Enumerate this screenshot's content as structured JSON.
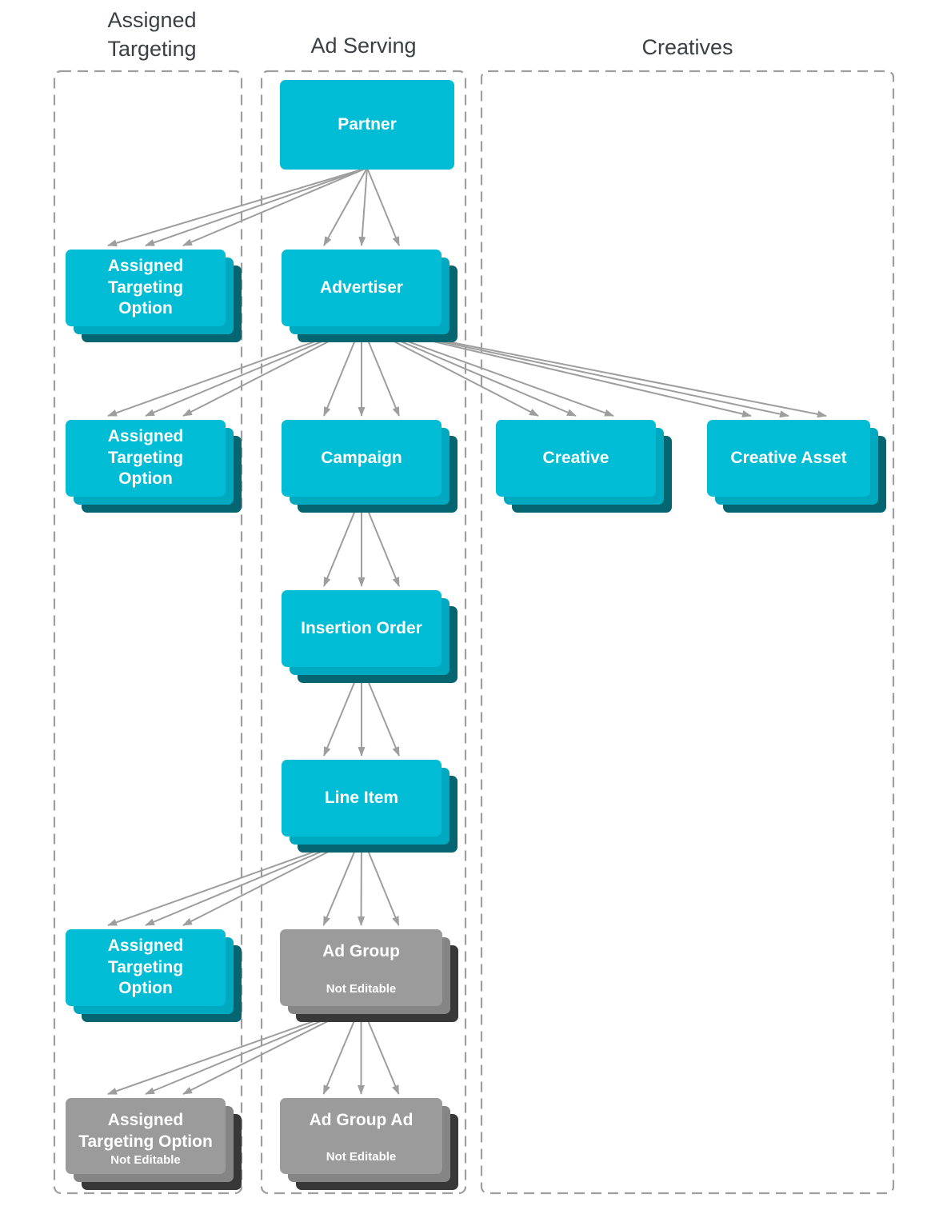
{
  "columns": {
    "targeting": {
      "title": "Assigned\nTargeting"
    },
    "adServing": {
      "title": "Ad Serving"
    },
    "creatives": {
      "title": "Creatives"
    }
  },
  "nodes": {
    "partner": {
      "label": "Partner"
    },
    "ato1": {
      "label": "Assigned\nTargeting\nOption"
    },
    "advertiser": {
      "label": "Advertiser"
    },
    "ato2": {
      "label": "Assigned\nTargeting\nOption"
    },
    "campaign": {
      "label": "Campaign"
    },
    "creative": {
      "label": "Creative"
    },
    "creativeAsset": {
      "label": "Creative Asset"
    },
    "insertionOrder": {
      "label": "Insertion Order"
    },
    "lineItem": {
      "label": "Line Item"
    },
    "ato3": {
      "label": "Assigned\nTargeting\nOption"
    },
    "adGroup": {
      "label": "Ad Group",
      "sublabel": "Not Editable"
    },
    "ato4": {
      "label": "Assigned\nTargeting Option",
      "sublabel": "Not Editable"
    },
    "adGroupAd": {
      "label": "Ad Group Ad",
      "sublabel": "Not Editable"
    }
  },
  "edges": [
    {
      "from": "partner",
      "to": "ato1"
    },
    {
      "from": "partner",
      "to": "advertiser"
    },
    {
      "from": "advertiser",
      "to": "ato2"
    },
    {
      "from": "advertiser",
      "to": "campaign"
    },
    {
      "from": "advertiser",
      "to": "creative"
    },
    {
      "from": "advertiser",
      "to": "creativeAsset"
    },
    {
      "from": "campaign",
      "to": "insertionOrder"
    },
    {
      "from": "insertionOrder",
      "to": "lineItem"
    },
    {
      "from": "lineItem",
      "to": "ato3"
    },
    {
      "from": "lineItem",
      "to": "adGroup"
    },
    {
      "from": "adGroup",
      "to": "ato4"
    },
    {
      "from": "adGroup",
      "to": "adGroupAd"
    }
  ],
  "colors": {
    "teal": "#00BCD4",
    "tealMid": "#00A9C0",
    "tealDark": "#056570",
    "gray": "#9B9B9B",
    "grayMid": "#858585",
    "grayDark": "#383838",
    "arrow": "#9E9E9E",
    "columnBorder": "#9E9E9E",
    "headerText": "#3C4043"
  }
}
